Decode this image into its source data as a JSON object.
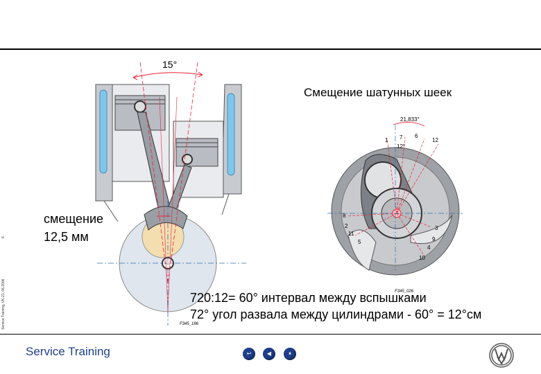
{
  "left_figure": {
    "angle_label": "15°",
    "offset_label_1": "смещение",
    "offset_label_2": "12,5 мм",
    "figure_code": "F345_186"
  },
  "right_figure": {
    "title": "Смещение шатунных шеек",
    "angle_label": "21,833°",
    "crank_numbers": [
      "1",
      "7",
      "6",
      "12",
      "12°",
      "8",
      "2",
      "11",
      "5",
      "3",
      "9",
      "4",
      "10"
    ],
    "figure_code": "F345_026"
  },
  "caption": {
    "line1": "720:12= 60° интервал между вспышками",
    "line2": "72° угол развала между цилиндрами - 60° = 12°см"
  },
  "side_text": {
    "page_number": "6",
    "vertical_info": "Service Training, VK-21, 06.2006"
  },
  "footer": {
    "brand": "Service Training",
    "brand_color": "#1f3f8c",
    "nav_buttons": [
      {
        "name": "home-icon",
        "glyph": "↩"
      },
      {
        "name": "back-icon",
        "glyph": "◀"
      },
      {
        "name": "pause-icon",
        "glyph": "⏸"
      }
    ],
    "logo": "VW"
  }
}
